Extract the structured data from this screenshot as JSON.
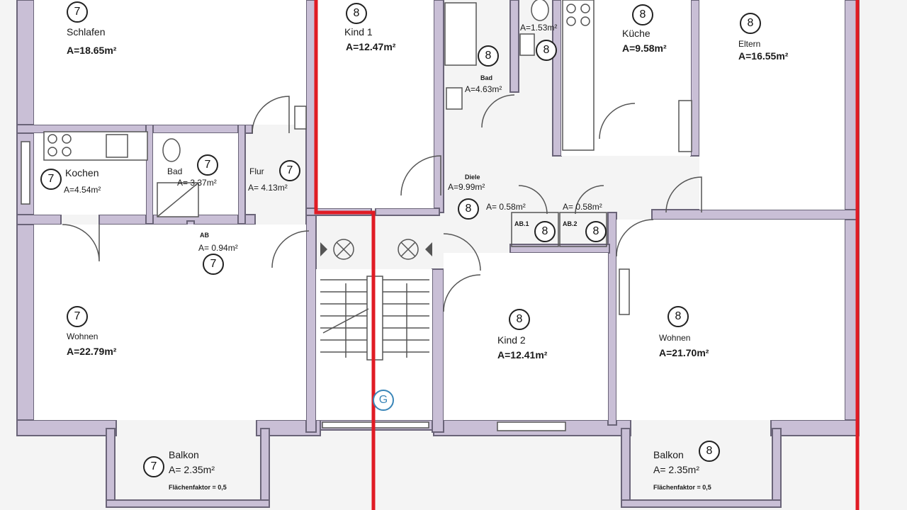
{
  "rooms": {
    "schlafen": {
      "unit": "7",
      "name": "Schlafen",
      "area": "A=18.65m²"
    },
    "kochen": {
      "unit": "7",
      "name": "Kochen",
      "area": "A=4.54m²"
    },
    "bad7": {
      "unit": "7",
      "name": "Bad",
      "area": "A= 3.37m²"
    },
    "flur": {
      "unit": "7",
      "name": "Flur",
      "area": "A= 4.13m²"
    },
    "ab": {
      "unit": "7",
      "name": "AB",
      "area": "A= 0.94m²"
    },
    "wohnen7": {
      "unit": "7",
      "name": "Wohnen",
      "area": "A=22.79m²"
    },
    "balkon7": {
      "unit": "7",
      "name": "Balkon",
      "area": "A= 2.35m²",
      "factor": "Flächenfaktor = 0,5"
    },
    "kind1": {
      "unit": "8",
      "name": "Kind 1",
      "area": "A=12.47m²"
    },
    "bad8": {
      "unit": "8",
      "name": "Bad",
      "area": "A=4.63m²"
    },
    "wc8": {
      "unit": "8",
      "area": "A=1.53m²"
    },
    "kueche": {
      "unit": "8",
      "name": "Küche",
      "area": "A=9.58m²"
    },
    "eltern": {
      "unit": "8",
      "name": "Eltern",
      "area": "A=16.55m²"
    },
    "diele": {
      "unit": "8",
      "name": "Diele",
      "area": "A=9.99m²"
    },
    "ab1": {
      "unit": "8",
      "code": "AB.1",
      "area": "A= 0.58m²"
    },
    "ab2": {
      "unit": "8",
      "code": "AB.2",
      "area": "A= 0.58m²"
    },
    "kind2": {
      "unit": "8",
      "name": "Kind 2",
      "area": "A=12.41m²"
    },
    "wohnen8": {
      "unit": "8",
      "name": "Wohnen",
      "area": "A=21.70m²"
    },
    "balkon8": {
      "unit": "8",
      "name": "Balkon",
      "area": "A= 2.35m²",
      "factor": "Flächenfaktor = 0,5"
    }
  },
  "stair": {
    "marker": "G"
  },
  "colors": {
    "wall": "#c9bfd6",
    "boundary": "#e01b24",
    "stair_marker": "#3a86b8"
  }
}
